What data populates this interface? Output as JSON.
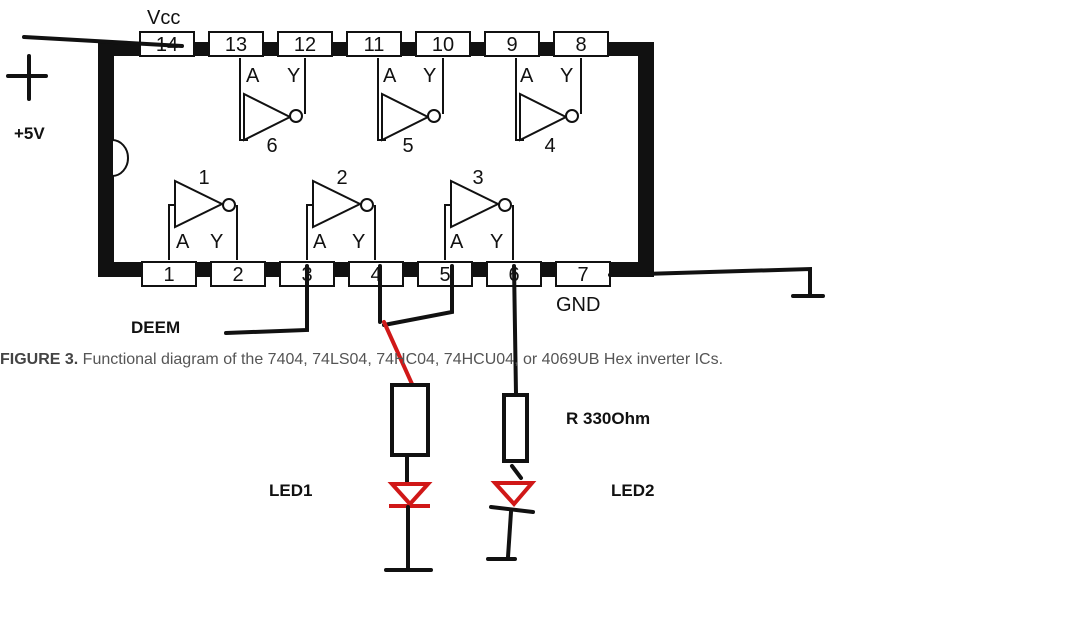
{
  "chip": {
    "top_pins": [
      "14",
      "13",
      "12",
      "11",
      "10",
      "9",
      "8"
    ],
    "bottom_pins": [
      "1",
      "2",
      "3",
      "4",
      "5",
      "6",
      "7"
    ],
    "vcc_label": "Vcc",
    "gnd_label": "GND",
    "top_gates": [
      {
        "number": "6",
        "input": "A",
        "output": "Y"
      },
      {
        "number": "5",
        "input": "A",
        "output": "Y"
      },
      {
        "number": "4",
        "input": "A",
        "output": "Y"
      }
    ],
    "bottom_gates": [
      {
        "number": "1",
        "input": "A",
        "output": "Y"
      },
      {
        "number": "2",
        "input": "A",
        "output": "Y"
      },
      {
        "number": "3",
        "input": "A",
        "output": "Y"
      }
    ]
  },
  "annotations": {
    "supply_label": "+5V",
    "deem_label": "DEEM",
    "resistor_label": "R 330Ohm",
    "led1_label": "LED1",
    "led2_label": "LED2"
  },
  "caption": {
    "prefix": "FIGURE 3.",
    "text": " Functional diagram of the 7404, 74LS04, 74HC04, 74HCU04, or 4069UB Hex inverter ICs."
  },
  "colors": {
    "ink": "#111111",
    "red_wire": "#d01818",
    "caption": "#555555"
  }
}
